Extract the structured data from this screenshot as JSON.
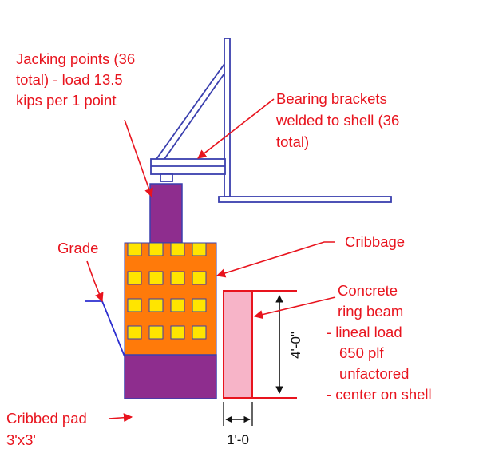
{
  "colors": {
    "label": "#e8141e",
    "structure_blue": "#3a3fae",
    "jack": "#8e2d8e",
    "crib_orange": "#ff7a0a",
    "crib_yellow": "#ffe500",
    "grade_blue": "#2d2fd0",
    "ring_beam_fill": "#f7b4c8",
    "ring_beam_edge": "#e8141e",
    "dimension": "#111111"
  },
  "labels": {
    "jacking_points": [
      "Jacking points (36",
      "total) - load 13.5",
      "kips per 1 point"
    ],
    "bearing_brackets": [
      "Bearing brackets",
      "welded to shell (36",
      "total)"
    ],
    "grade": "Grade",
    "cribbage": "Cribbage",
    "concrete_ring_beam": [
      "Concrete",
      "ring beam",
      "- lineal load",
      "650 plf",
      "unfactored",
      "- center on shell"
    ],
    "cribbed_pad": [
      "Cribbed pad",
      "3'x3'"
    ]
  },
  "dimensions": {
    "height": "4'-0\"",
    "width": "1'-0"
  },
  "icons": {
    "arrowhead": "triangle-arrowhead"
  }
}
